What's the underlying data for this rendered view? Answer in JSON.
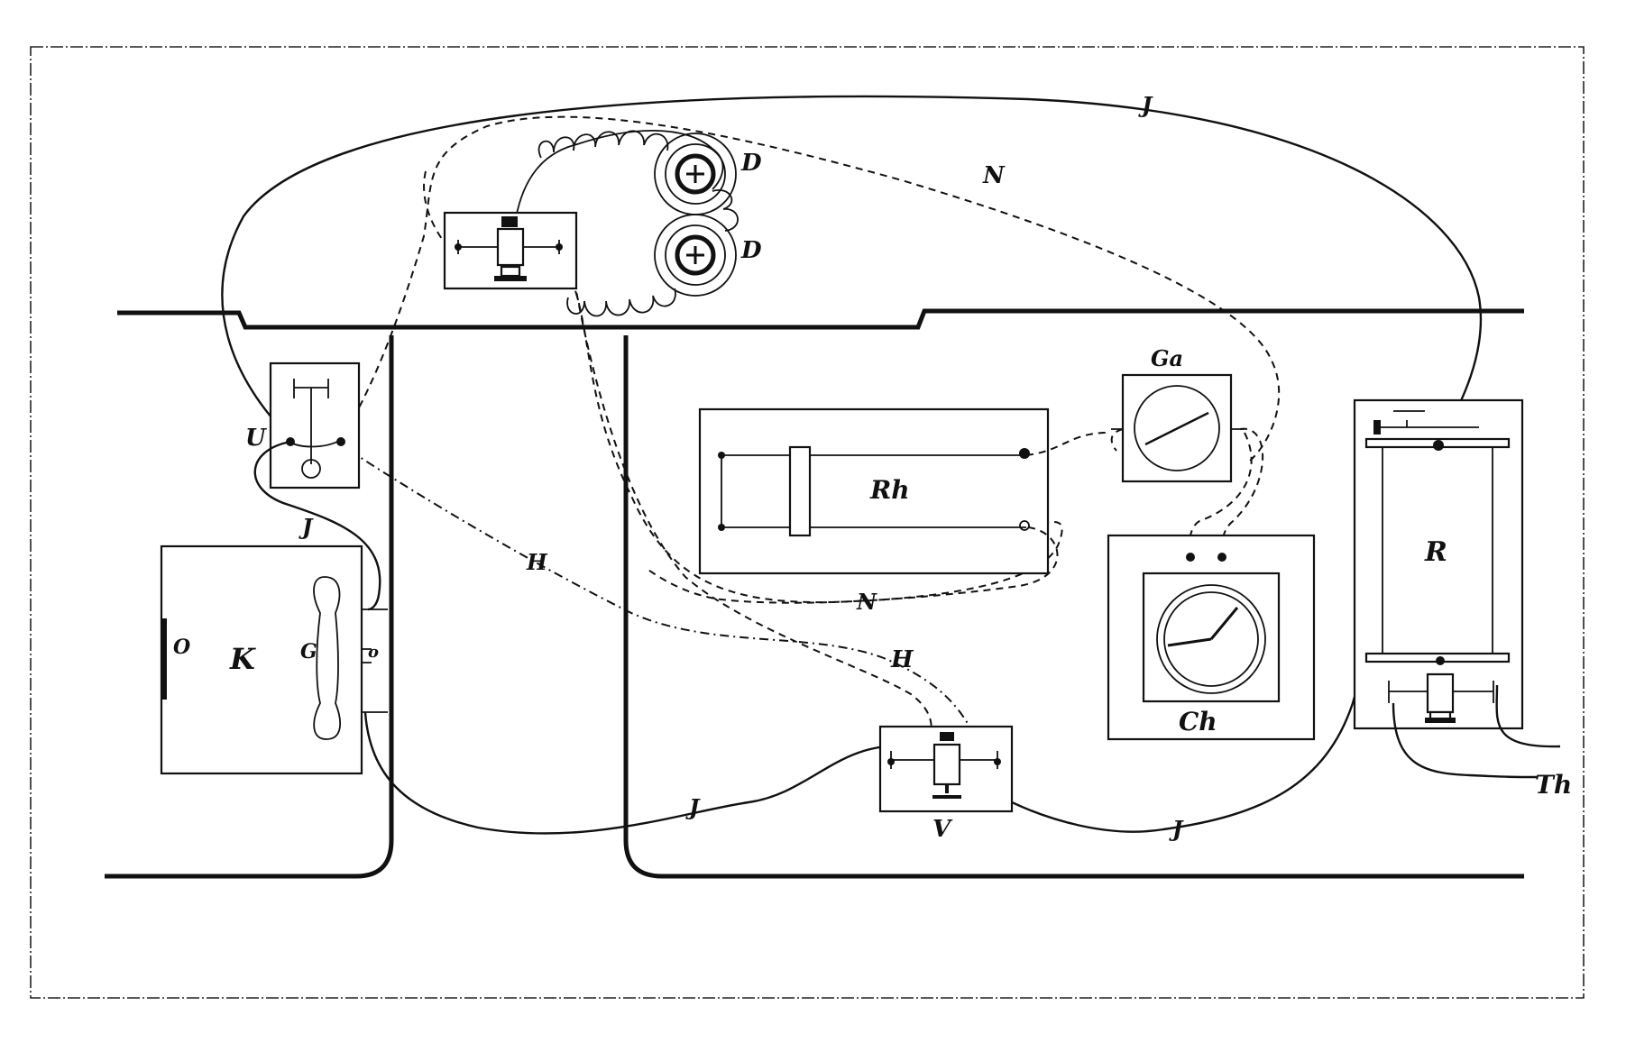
{
  "labels": {
    "D1": "D",
    "D2": "D",
    "N": "N",
    "J_top": "J",
    "U": "U",
    "J_left": "J",
    "K": "K",
    "O": "O",
    "G": "G",
    "o": "o",
    "H_mid": "H",
    "H_low": "H",
    "N_low": "N",
    "Rh": "Rh",
    "Ga": "Ga",
    "Ch": "Ch",
    "R": "R",
    "Th": "Th",
    "V": "V",
    "J_bottom_left": "J",
    "J_bottom_right": "J"
  }
}
